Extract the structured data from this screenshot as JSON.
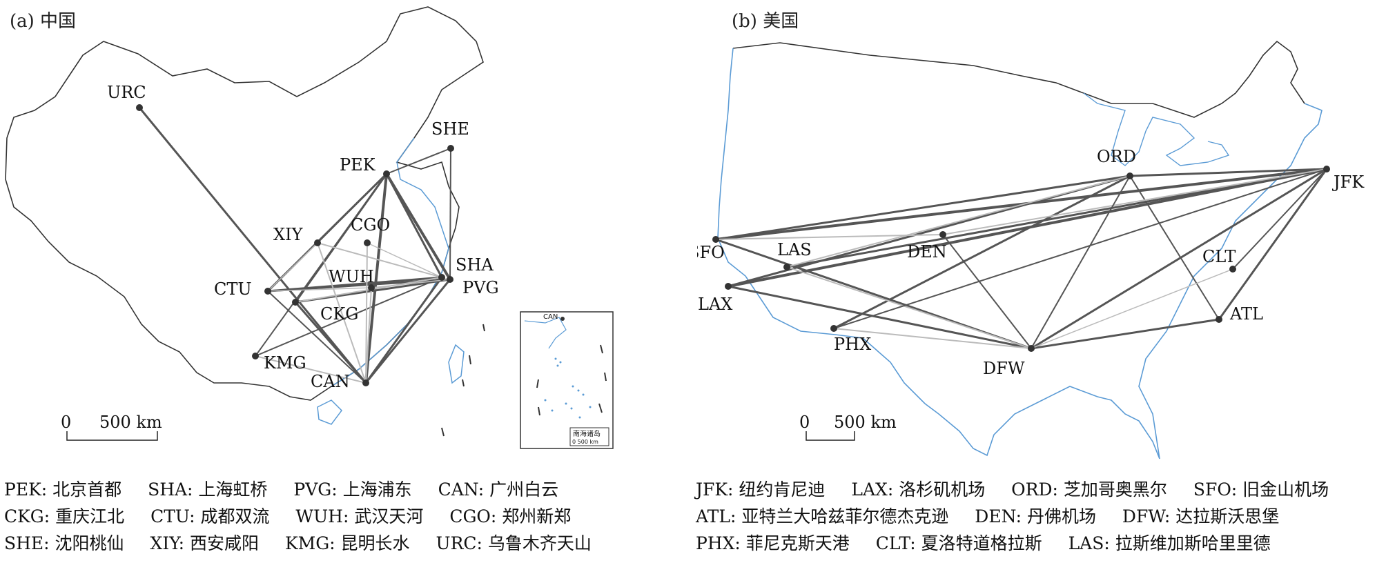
{
  "panel_a": {
    "title": "(a) 中国",
    "airports": {
      "URC": "URC",
      "SHE": "SHE",
      "PEK": "PEK",
      "XIY": "XIY",
      "CGO": "CGO",
      "SHA": "SHA",
      "PVG": "PVG",
      "WUH": "WUH",
      "CTU": "CTU",
      "CKG": "CKG",
      "KMG": "KMG",
      "CAN": "CAN"
    },
    "scale": {
      "zero": "0",
      "label": "500 km"
    },
    "inset": {
      "airport": "CAN",
      "title": "南海诸岛",
      "scale": "0  500 km"
    }
  },
  "panel_b": {
    "title": "(b) 美国",
    "airports": {
      "ORD": "ORD",
      "JFK": "JFK",
      "SFO": "SFO",
      "LAS": "LAS",
      "DEN": "DEN",
      "LAX": "LAX",
      "CLT": "CLT",
      "ATL": "ATL",
      "PHX": "PHX",
      "DFW": "DFW"
    },
    "scale": {
      "zero": "0",
      "label": "500 km"
    }
  },
  "legend_a": [
    [
      "PEK: 北京首都",
      "SHA: 上海虹桥",
      "PVG: 上海浦东",
      "CAN: 广州白云"
    ],
    [
      "CKG: 重庆江北",
      "CTU: 成都双流",
      "WUH: 武汉天河",
      "CGO: 郑州新郑"
    ],
    [
      "SHE: 沈阳桃仙",
      "XIY: 西安咸阳",
      "KMG: 昆明长水",
      "URC: 乌鲁木齐天山"
    ]
  ],
  "legend_b": [
    [
      "JFK: 纽约肯尼迪",
      "LAX: 洛杉矶机场",
      "ORD: 芝加哥奥黑尔",
      "SFO: 旧金山机场"
    ],
    [
      "ATL: 亚特兰大哈兹菲尔德杰克逊",
      "DEN: 丹佛机场",
      "DFW: 达拉斯沃思堡"
    ],
    [
      "PHX: 菲尼克斯天港",
      "CLT: 夏洛特道格拉斯",
      "LAS: 拉斯维加斯哈里里德"
    ]
  ],
  "colors": {
    "route_dark": "#555555",
    "route_light": "#bbbbbb",
    "coast": "#5b9bd5",
    "border": "#333333"
  }
}
